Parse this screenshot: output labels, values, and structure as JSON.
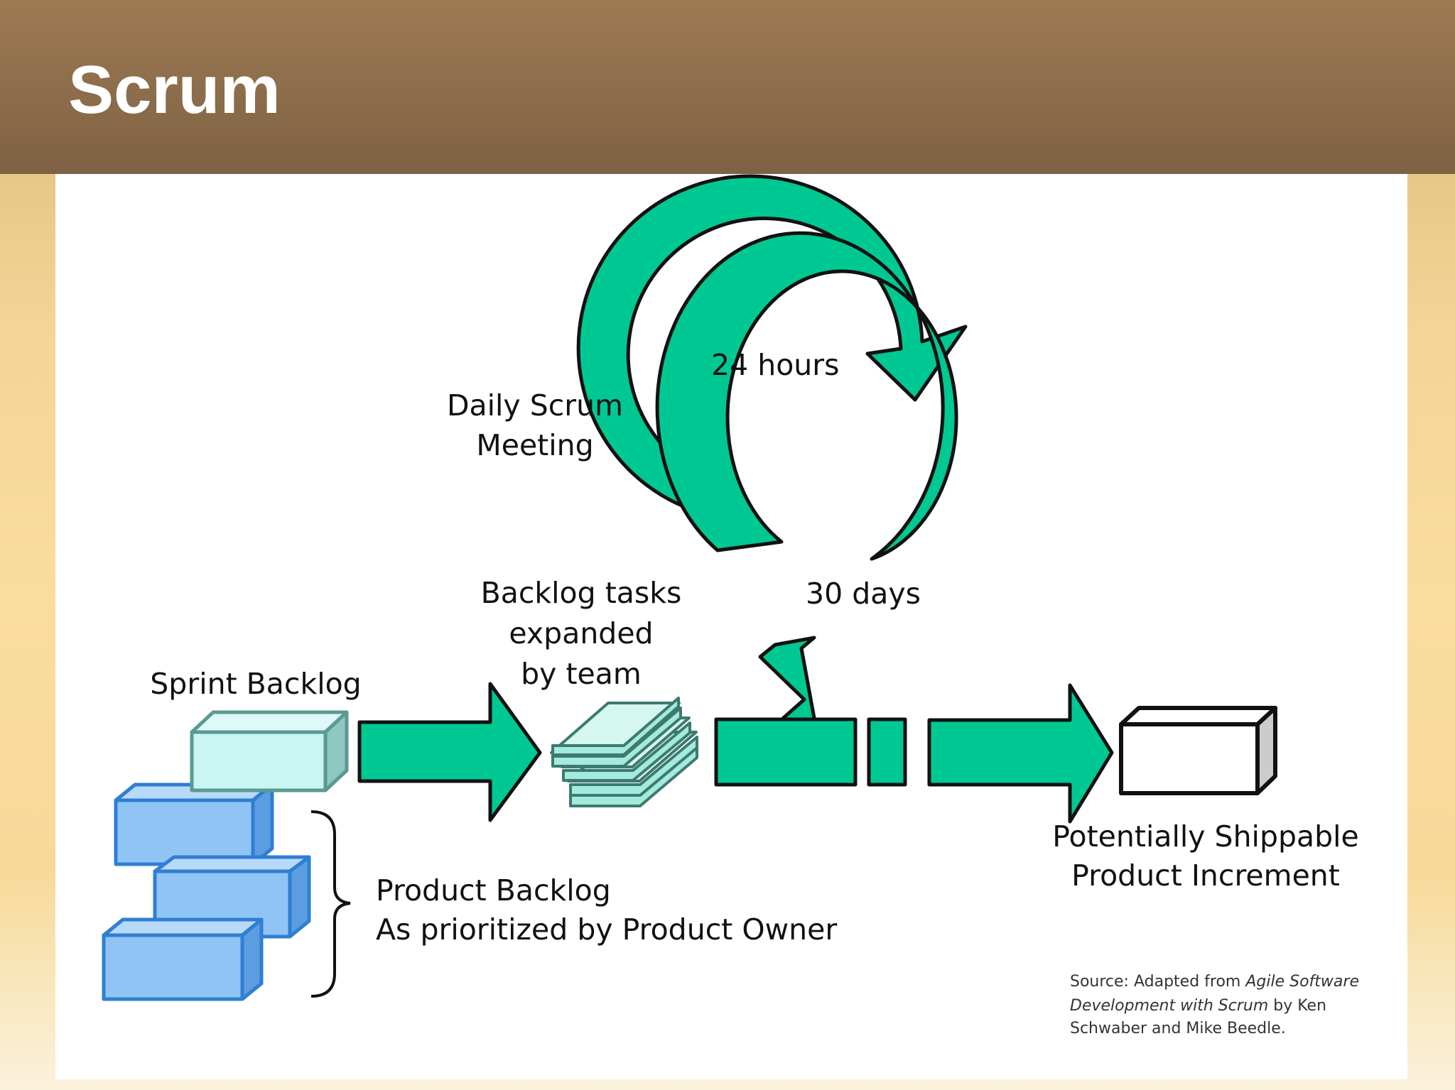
{
  "slide": {
    "title": "Scrum"
  },
  "diagram": {
    "labels": {
      "hours": "24 hours",
      "daily_line1": "Daily Scrum",
      "daily_line2": "Meeting",
      "days": "30 days",
      "tasks_line1": "Backlog tasks",
      "tasks_line2": "expanded",
      "tasks_line3": "by team",
      "sprint_backlog": "Sprint Backlog",
      "product_line1": "Product Backlog",
      "product_line2": "As prioritized by Product Owner",
      "increment_line1": "Potentially Shippable",
      "increment_line2": "Product Increment"
    },
    "source": {
      "line1_plain": "Source: Adapted from ",
      "line1_italic": "Agile Software",
      "line2_italic": "Development with Scrum",
      "line2_plain": " by Ken",
      "line3_plain": "Schwaber and Mike Beedle."
    },
    "colors": {
      "cycle_green": "#00c893",
      "outline": "#111111",
      "backlog_blue": "#8fc4f4",
      "backlog_blue_dark": "#2f7fd3",
      "sprint_box": "#c9f5f3",
      "sprint_box_edge": "#5a9a92",
      "tasks_sheet": "#a3ebdc"
    }
  }
}
